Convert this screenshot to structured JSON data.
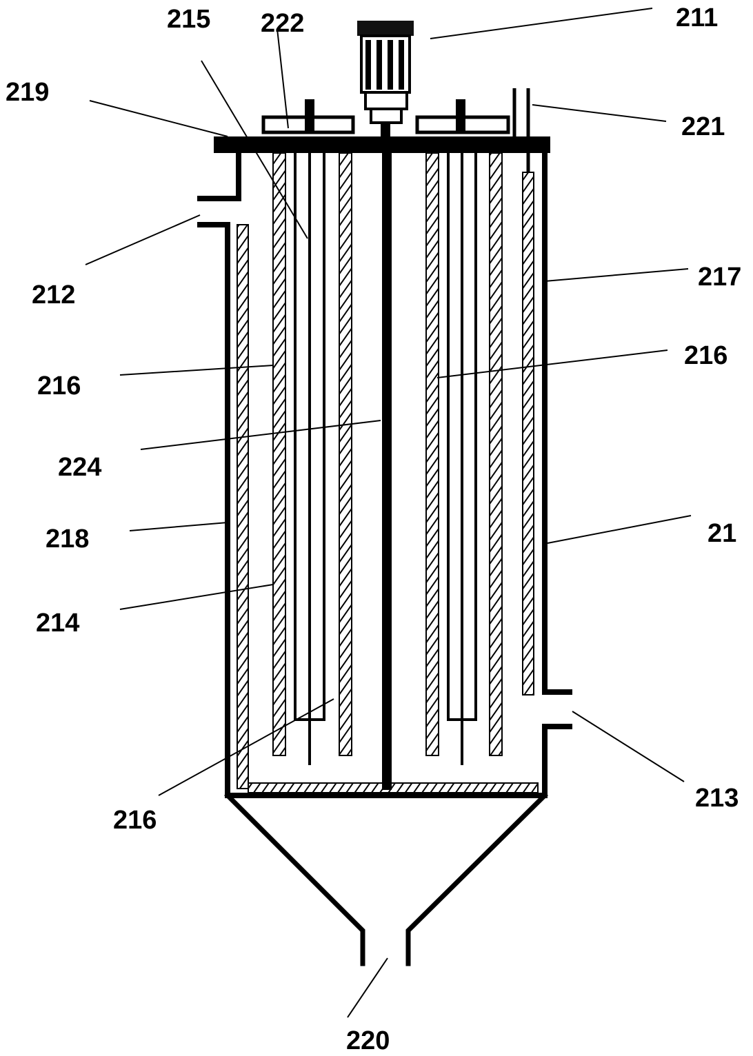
{
  "diagram": {
    "labels": {
      "motor": "211",
      "inlet_upper": "212",
      "outlet_side": "213",
      "electrode_inner": "214",
      "rod": "215",
      "electrode_left": "216",
      "electrode_right": "216",
      "electrode_bottom": "216",
      "insulation": "217",
      "jacket": "218",
      "lid": "219",
      "drain": "220",
      "vent_pipe": "221",
      "clamp": "222",
      "shaft": "224",
      "body": "21"
    },
    "colors": {
      "line": "#000000",
      "background": "#ffffff"
    }
  }
}
